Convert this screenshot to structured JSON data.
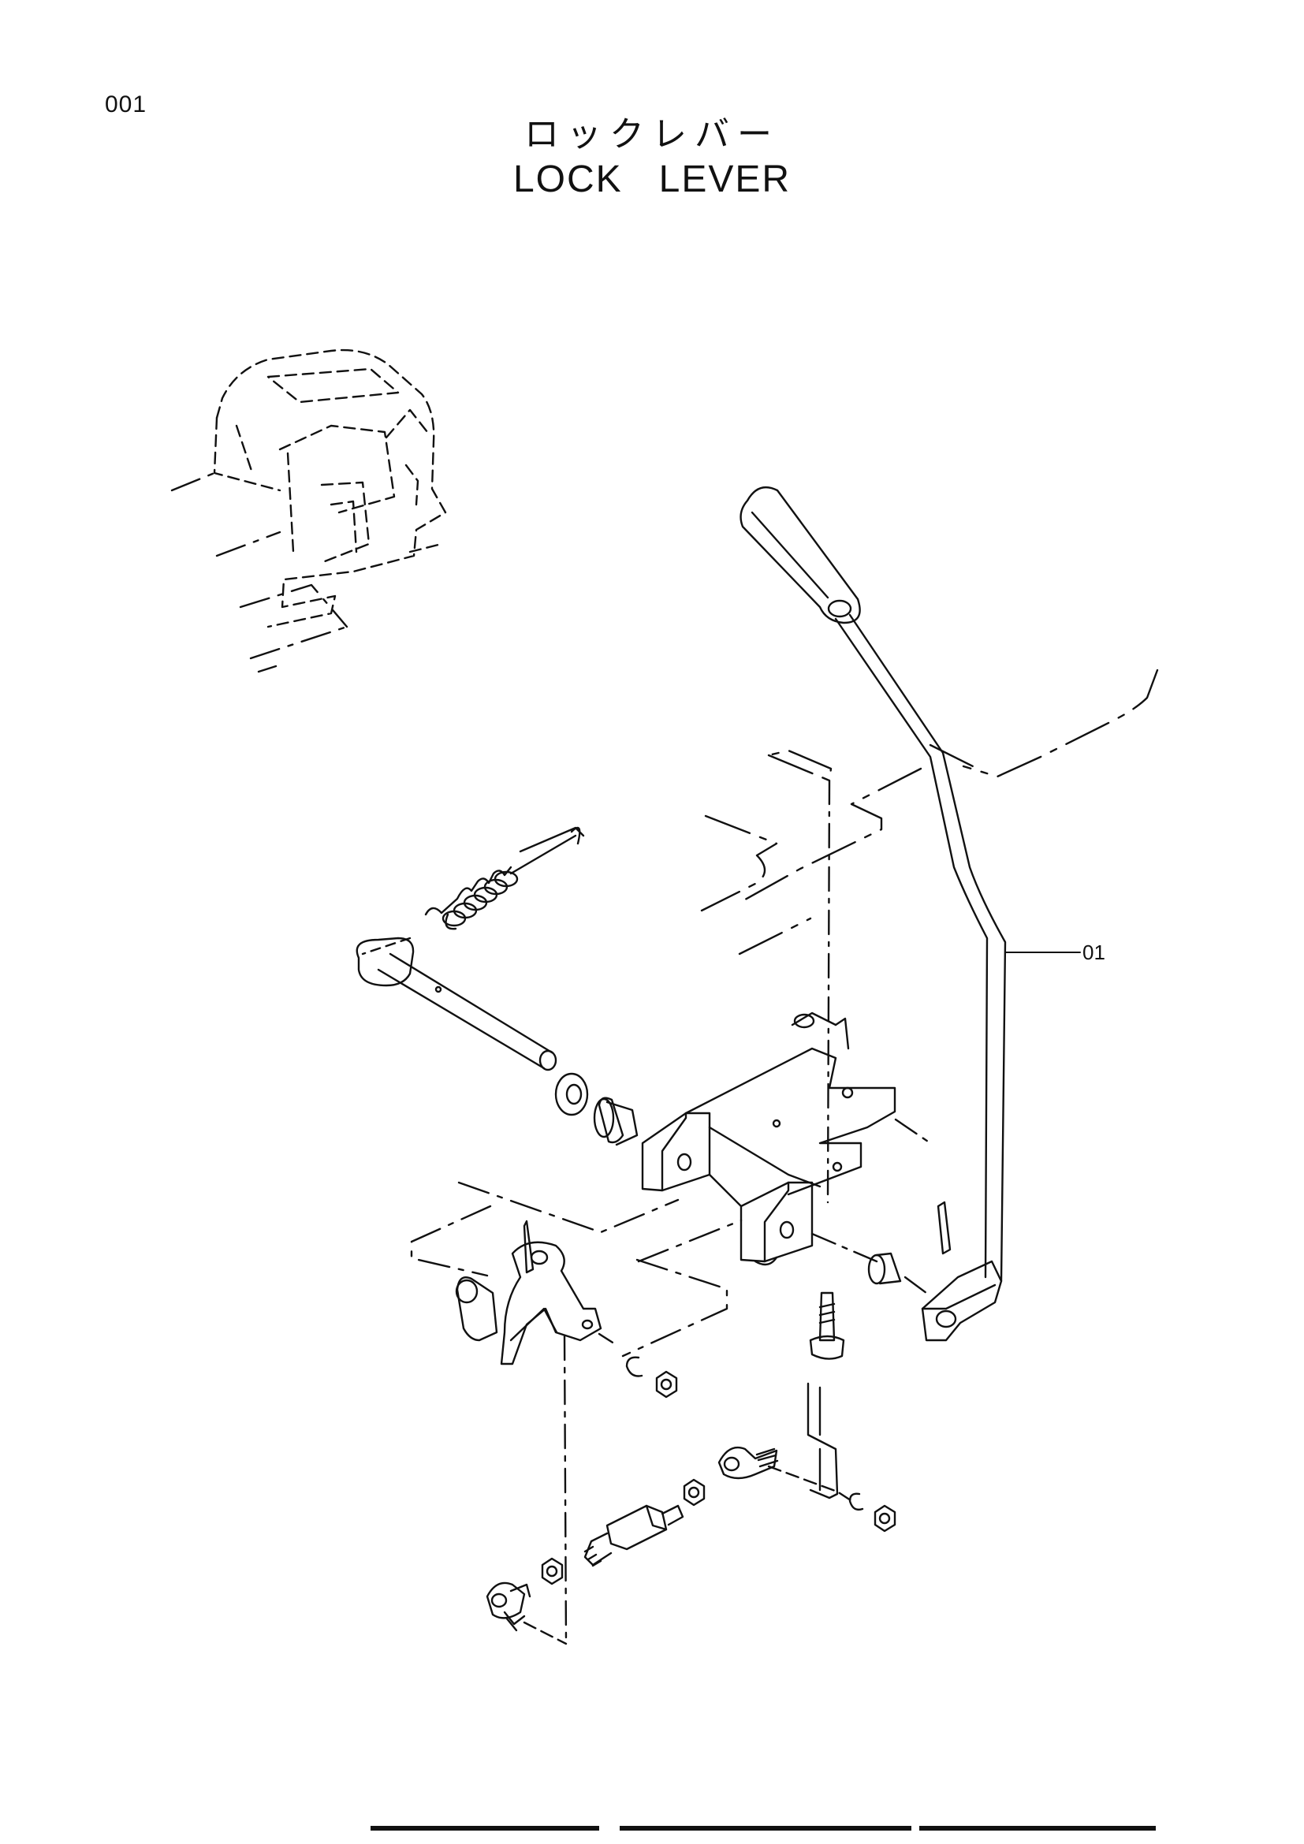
{
  "page": {
    "number": "001",
    "title_jp": "ロックレバー",
    "title_en": "LOCK   LEVER"
  },
  "diagram": {
    "callouts": [
      {
        "label": "01"
      }
    ],
    "line_color": "#111111",
    "background": "#ffffff"
  }
}
